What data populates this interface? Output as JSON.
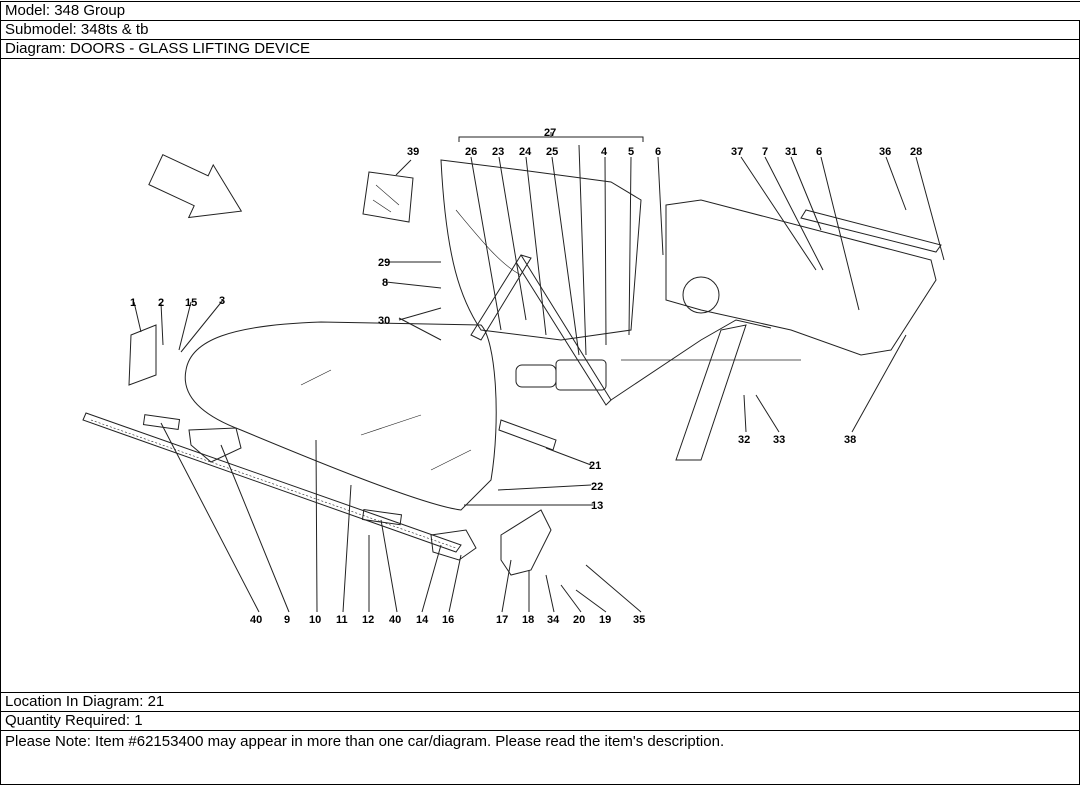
{
  "header": {
    "model": "Model: 348 Group",
    "submodel": "Submodel: 348ts & tb",
    "diagram": "Diagram: DOORS - GLASS LIFTING DEVICE"
  },
  "callouts": {
    "n1": "1",
    "n2": "2",
    "n3": "3",
    "n4": "4",
    "n5": "5",
    "n6a": "6",
    "n6b": "6",
    "n7": "7",
    "n8": "8",
    "n9": "9",
    "n10": "10",
    "n11": "11",
    "n12": "12",
    "n13": "13",
    "n14": "14",
    "n15": "15",
    "n16": "16",
    "n17": "17",
    "n18": "18",
    "n19": "19",
    "n20": "20",
    "n21": "21",
    "n22": "22",
    "n23": "23",
    "n24": "24",
    "n25": "25",
    "n26": "26",
    "n27": "27",
    "n28": "28",
    "n29": "29",
    "n30": "30",
    "n31": "31",
    "n32": "32",
    "n33": "33",
    "n34": "34",
    "n35": "35",
    "n36": "36",
    "n37": "37",
    "n38": "38",
    "n39": "39",
    "n40a": "40",
    "n40b": "40"
  },
  "footer": {
    "location": "Location In Diagram: 21",
    "quantity": "Quantity Required: 1",
    "note": "Please Note: Item #62153400 may appear in more than one car/diagram. Please read the item's description."
  }
}
